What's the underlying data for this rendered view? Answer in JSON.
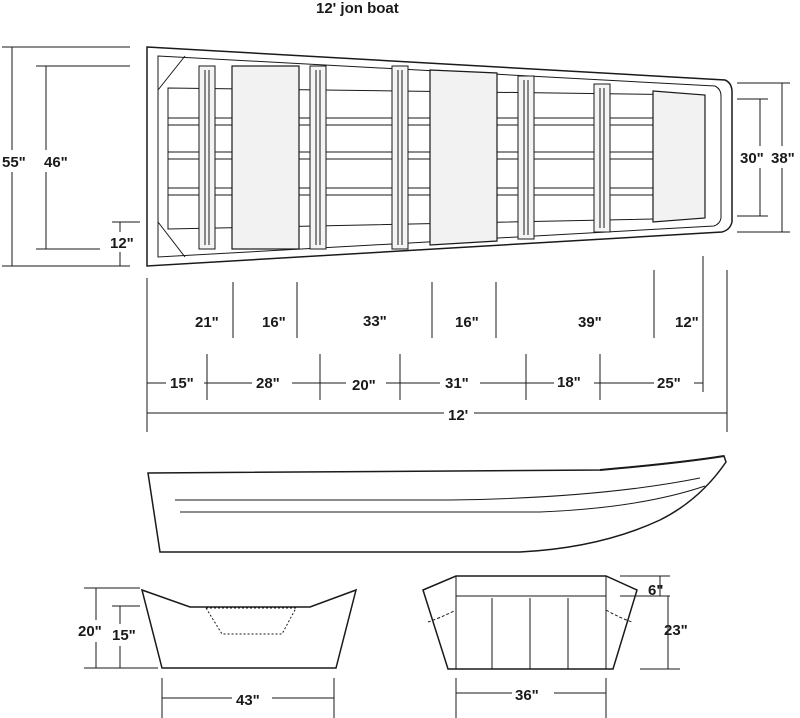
{
  "title": "12' jon boat",
  "top_view": {
    "left_dims": {
      "overall_width": "55\"",
      "inner_width": "46\"",
      "end_offset": "12\""
    },
    "right_dims": {
      "transom_inner": "30\"",
      "transom_outer": "38\""
    },
    "row1": [
      "21\"",
      "16\"",
      "33\"",
      "16\"",
      "39\"",
      "12\""
    ],
    "row2": [
      "15\"",
      "28\"",
      "20\"",
      "31\"",
      "18\"",
      "25\""
    ],
    "overall_length": "12'"
  },
  "transom_view": {
    "height_outer": "20\"",
    "height_inner": "15\"",
    "bottom_width": "43\""
  },
  "bow_view": {
    "top_height": "6\"",
    "height": "23\"",
    "bottom_width": "36\""
  }
}
